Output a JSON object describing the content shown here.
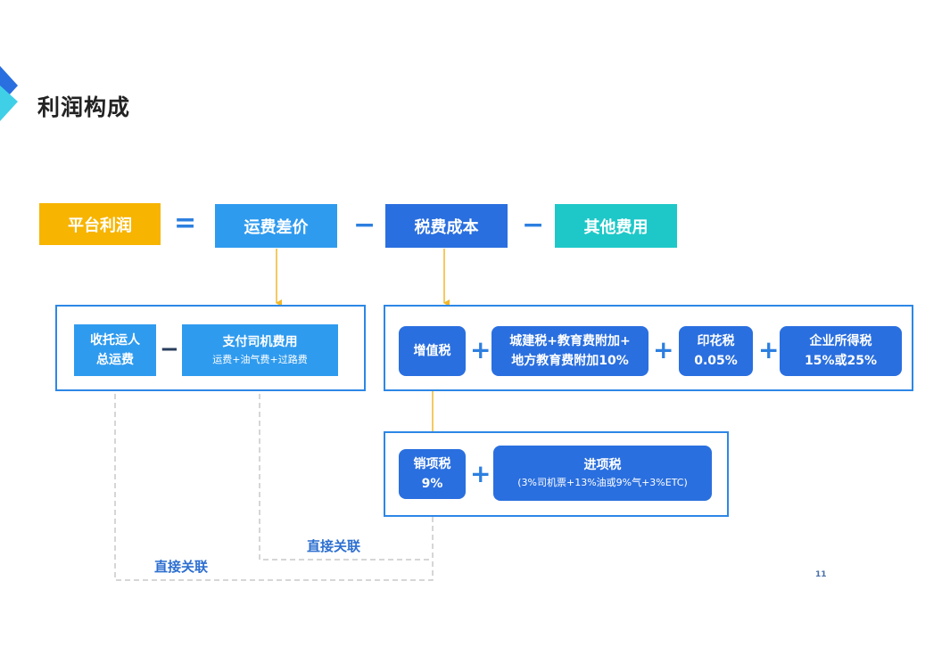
{
  "page": {
    "title": "利润构成",
    "page_number": "11"
  },
  "colors": {
    "platform_profit": "#f7b400",
    "freight_diff": "#2f9bef",
    "tax_cost": "#2a6fdf",
    "other_cost": "#1ec8c8",
    "frame": "#2d87e6",
    "operator": "#2d7fe0",
    "arrow": "#f2b72a",
    "dashed": "#c8c8c8"
  },
  "equation": {
    "platform_profit": "平台利润",
    "equals": "=",
    "freight_diff": "运费差价",
    "minus_1": "−",
    "tax_cost": "税费成本",
    "minus_2": "−",
    "other_cost": "其他费用"
  },
  "freight_breakdown": {
    "shipper_total_line1": "收托运人",
    "shipper_total_line2": "总运费",
    "minus": "−",
    "driver_pay_line1": "支付司机费用",
    "driver_pay_line2": "运费+油气费+过路费"
  },
  "tax_breakdown": {
    "vat": "增值税",
    "plus_1": "+",
    "city_tax_line1": "城建税+教育费附加+",
    "city_tax_line2": "地方教育费附加10%",
    "plus_2": "+",
    "stamp_tax_line1": "印花税",
    "stamp_tax_line2": "0.05%",
    "plus_3": "+",
    "corp_tax_line1": "企业所得税",
    "corp_tax_line2": "15%或25%"
  },
  "vat_breakdown": {
    "output_tax_line1": "销项税",
    "output_tax_line2": "9%",
    "plus": "+",
    "input_tax_line1": "进项税",
    "input_tax_line2": "(3%司机票+13%油或9%气+3%ETC)"
  },
  "relations": {
    "label_1": "直接关联",
    "label_2": "直接关联"
  }
}
